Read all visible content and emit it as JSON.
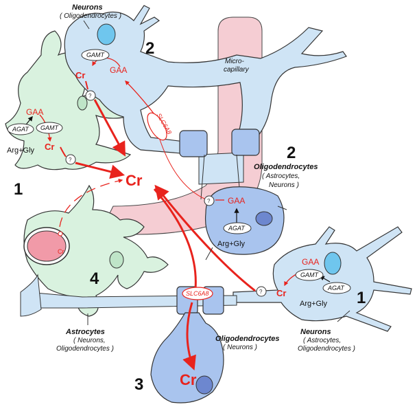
{
  "labels": {
    "neurons_top_title": "Neurons",
    "neurons_top_sub": "( Oligodendrocytes )",
    "microcapillary_1": "Micro-",
    "microcapillary_2": "capillary",
    "oligo_right_title": "Oligodendrocytes",
    "oligo_right_sub1": "( Astrocytes,",
    "oligo_right_sub2": "Neurons )",
    "astro_title": "Astrocytes",
    "astro_sub1": "( Neurons,",
    "astro_sub2": "Oligodendrocytes )",
    "oligo_bottom_title": "Oligodendrocytes",
    "oligo_bottom_sub": "( Neurons )",
    "neurons_right_title": "Neurons",
    "neurons_right_sub1": "( Astrocytes,",
    "neurons_right_sub2": "Oligodendrocytes )"
  },
  "numbers": {
    "n1_left": "1",
    "n2_top": "2",
    "n2_right": "2",
    "n4": "4",
    "n3": "3",
    "n1_right": "1"
  },
  "metabolites": {
    "gaa": "GAA",
    "cr": "Cr",
    "arg_gly": "Arg+Gly",
    "question": "?"
  },
  "enzymes": {
    "agat": "AGAT",
    "gamt": "GAMT",
    "slc6a8": "SLC6A8"
  },
  "colors": {
    "astrocyte_green": "#d9f2df",
    "neuron_blue": "#cfe4f5",
    "oligo_blue": "#a9c4ee",
    "capillary_pink": "#f5cdd3",
    "red": "#e8231d"
  }
}
